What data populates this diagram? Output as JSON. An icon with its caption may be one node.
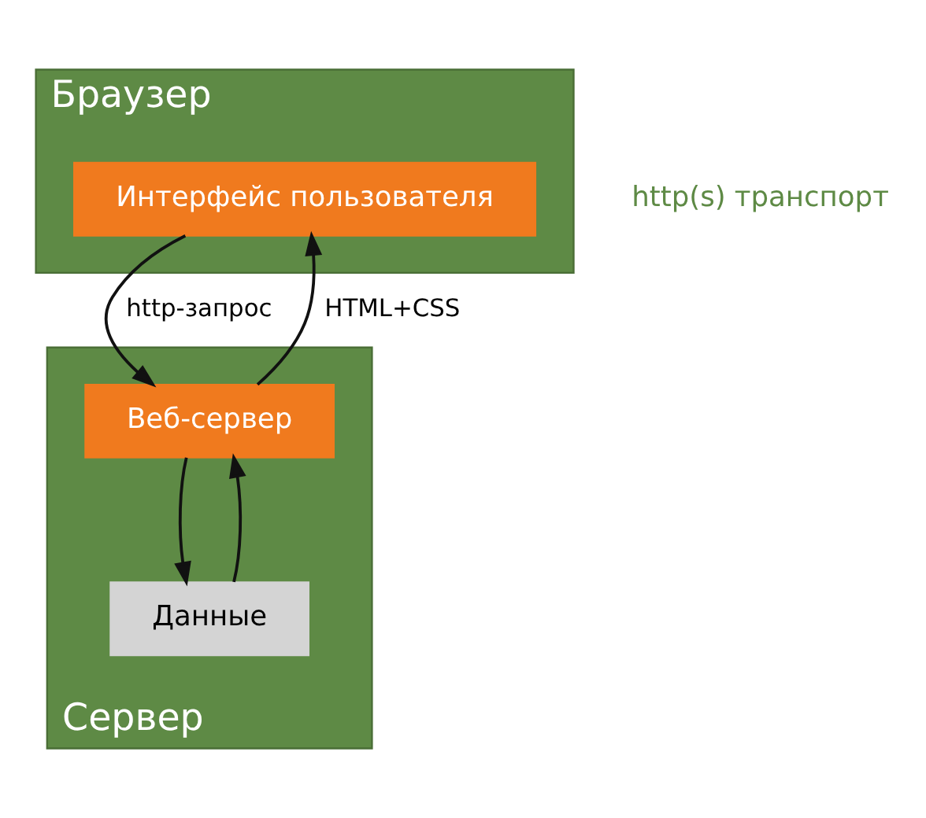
{
  "diagram": {
    "nodes": [
      {
        "text": [
          "Браузер"
        ]
      },
      {
        "text": [
          "Интерфейс пользователя"
        ],
        "in": 0
      },
      {
        "text": [
          "Сервер"
        ]
      },
      {
        "text": [
          "Веб-сервер"
        ],
        "in": 2
      },
      {
        "text": [
          "Данные"
        ],
        "in": 2
      }
    ],
    "edges": [
      {
        "from": 1,
        "to": 3,
        "arrow": "to",
        "label": "http-запрос"
      },
      {
        "from": 3,
        "to": 1,
        "arrow": "to",
        "label": "HTML+CSS"
      },
      {
        "from": 3,
        "to": 4,
        "arrow": "to"
      },
      {
        "from": 4,
        "to": 3,
        "arrow": "to"
      }
    ],
    "labels": [
      "http(s) транспорт"
    ]
  }
}
